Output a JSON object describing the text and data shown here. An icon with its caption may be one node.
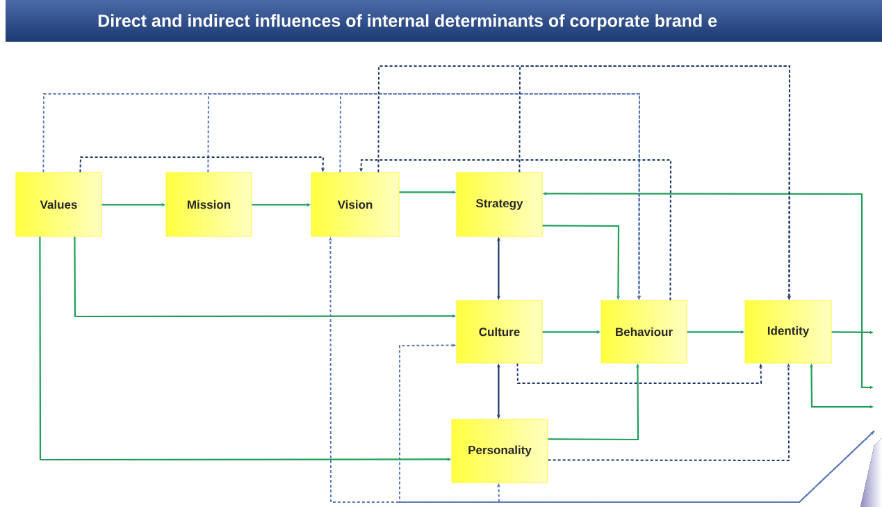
{
  "diagram": {
    "title": "Direct and indirect influences of internal determinants of corporate brand e",
    "nodes": [
      {
        "text": [
          "Values"
        ]
      },
      {
        "text": [
          "Mission"
        ]
      },
      {
        "text": [
          "Vision"
        ]
      },
      {
        "text": [
          "Strategy"
        ]
      },
      {
        "text": [
          "Culture"
        ]
      },
      {
        "text": [
          "Behaviour"
        ]
      },
      {
        "text": [
          "Identity"
        ]
      },
      {
        "text": [
          "Personality"
        ]
      },
      {
        "text": [],
        "shape": "box"
      }
    ],
    "edges": [
      {
        "from": 0,
        "to": 1,
        "arrow": "to"
      },
      {
        "from": 1,
        "to": 2,
        "arrow": "to"
      },
      {
        "from": 2,
        "to": 3,
        "arrow": "to"
      },
      {
        "from": 3,
        "to": 5,
        "arrow": "to"
      },
      {
        "from": 0,
        "to": 4,
        "arrow": "to"
      },
      {
        "from": 0,
        "to": 7,
        "arrow": "to"
      },
      {
        "from": 4,
        "to": 5,
        "arrow": "to"
      },
      {
        "from": 5,
        "to": 6,
        "arrow": "to"
      },
      {
        "from": 6,
        "to": null,
        "arrow": "to"
      },
      {
        "from": 7,
        "to": 5,
        "arrow": "to"
      },
      {
        "from": 3,
        "to": null,
        "arrow": "both"
      },
      {
        "from": 6,
        "to": null,
        "arrow": "both"
      },
      {
        "from": 3,
        "to": 4,
        "arrow": "both",
        "color": "#1f3864"
      },
      {
        "from": 4,
        "to": 7,
        "arrow": "both",
        "color": "#1f3864"
      },
      {
        "from": 0,
        "to": 5,
        "arrow": "to",
        "style": "dashed",
        "color": "#5b78b5"
      },
      {
        "from": 1,
        "to": 5,
        "arrow": "to",
        "style": "dashed",
        "color": "#5b78b5"
      },
      {
        "from": 2,
        "to": 5,
        "arrow": "to",
        "style": "dashed",
        "color": "#5b78b5"
      },
      {
        "from": 2,
        "to": 6,
        "arrow": "to",
        "style": "dashed",
        "color": "#1f3864"
      },
      {
        "from": 3,
        "to": 6,
        "arrow": "to",
        "style": "dashed",
        "color": "#1f3864"
      },
      {
        "from": 0,
        "to": 2,
        "arrow": "to",
        "style": "dashed",
        "color": "#1f3864"
      },
      {
        "from": 5,
        "to": 2,
        "arrow": "to",
        "style": "dashed",
        "color": "#1f3864"
      },
      {
        "from": 8,
        "to": 2,
        "arrow": "both",
        "style": "dashed",
        "color": "#5b78b5"
      },
      {
        "from": 8,
        "to": 4,
        "arrow": "to",
        "style": "dashed",
        "color": "#5b78b5"
      },
      {
        "from": 8,
        "to": 7,
        "arrow": "to",
        "style": "dashed",
        "color": "#5b78b5"
      },
      {
        "from": 4,
        "to": 6,
        "arrow": "to",
        "style": "dashed",
        "color": "#1f3864"
      },
      {
        "from": 7,
        "to": 6,
        "arrow": "to",
        "style": "dashed",
        "color": "#1f3864"
      }
    ]
  }
}
